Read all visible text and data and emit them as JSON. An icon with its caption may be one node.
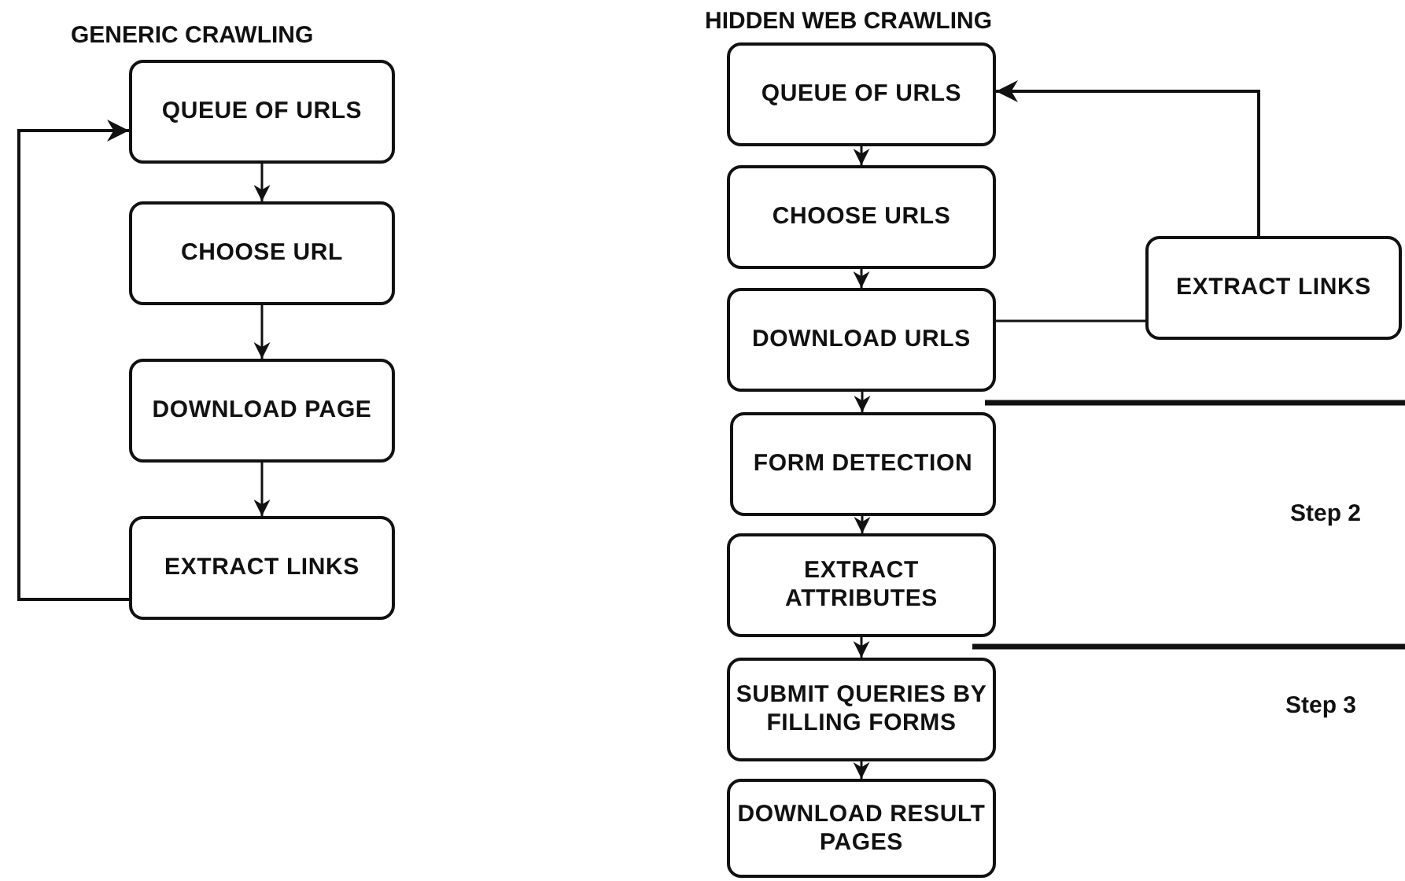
{
  "diagram": {
    "nodes": [
      {
        "text": [
          "QUEUE OF URLS"
        ]
      },
      {
        "text": [
          "CHOOSE URL"
        ]
      },
      {
        "text": [
          "DOWNLOAD PAGE"
        ]
      },
      {
        "text": [
          "EXTRACT LINKS"
        ]
      },
      {
        "text": [
          "QUEUE OF URLS"
        ]
      },
      {
        "text": [
          "CHOOSE URLS"
        ]
      },
      {
        "text": [
          "DOWNLOAD URLS"
        ]
      },
      {
        "text": [
          "EXTRACT LINKS"
        ]
      },
      {
        "text": [
          "FORM DETECTION"
        ]
      },
      {
        "text": [
          "EXTRACT ATTRIBUTES"
        ]
      },
      {
        "text": [
          "SUBMIT QUERIES BY FILLING FORMS"
        ]
      },
      {
        "text": [
          "DOWNLOAD RESULT PAGES"
        ]
      }
    ],
    "edges": [
      {
        "from": 0,
        "to": 1,
        "arrow": "to"
      },
      {
        "from": 1,
        "to": 2,
        "arrow": "to"
      },
      {
        "from": 2,
        "to": 3,
        "arrow": "to"
      },
      {
        "from": 3,
        "to": 0,
        "arrow": "to"
      },
      {
        "from": 4,
        "to": 5,
        "arrow": "to"
      },
      {
        "from": 5,
        "to": 6,
        "arrow": "to"
      },
      {
        "from": 6,
        "to": 7,
        "arrow": "none"
      },
      {
        "from": 7,
        "to": 4,
        "arrow": "to"
      },
      {
        "from": 6,
        "to": 8,
        "arrow": "to"
      },
      {
        "from": 8,
        "to": 9,
        "arrow": "to"
      },
      {
        "from": 9,
        "to": 10,
        "arrow": "to"
      },
      {
        "from": 10,
        "to": 11,
        "arrow": "to"
      }
    ],
    "labels": [
      "GENERIC CRAWLING",
      "HIDDEN WEB CRAWLING",
      "Step 2",
      "Step 3"
    ]
  }
}
